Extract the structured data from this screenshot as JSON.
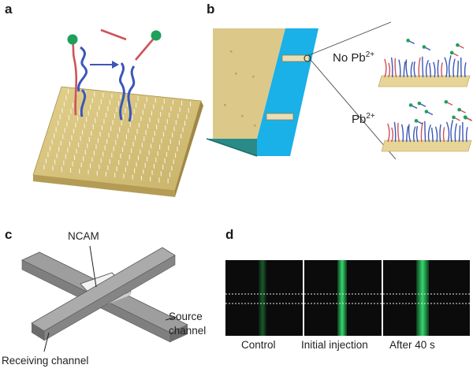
{
  "panels": {
    "a": {
      "letter": "a"
    },
    "b": {
      "letter": "b",
      "condition_no": {
        "text": "No Pb",
        "sup": "2+"
      },
      "condition_yes": {
        "text": "Pb",
        "sup": "2+"
      }
    },
    "c": {
      "letter": "c",
      "ncam_label": "NCAM",
      "source_label_line1": "Source",
      "source_label_line2": "channel",
      "receiving_label": "Receiving channel"
    },
    "d": {
      "letter": "d",
      "captions": [
        "Control",
        "Initial injection",
        "After 40 s"
      ]
    }
  },
  "colors": {
    "gold_surface": "#d6c27a",
    "microchannel_blue": "#1ab0e8",
    "dna_blue": "#3a57b8",
    "dna_red": "#d0525a",
    "bead_green": "#1fa05a",
    "fluorescence_green": "#2fd06a",
    "channel_gray": "#9a9a9a"
  }
}
